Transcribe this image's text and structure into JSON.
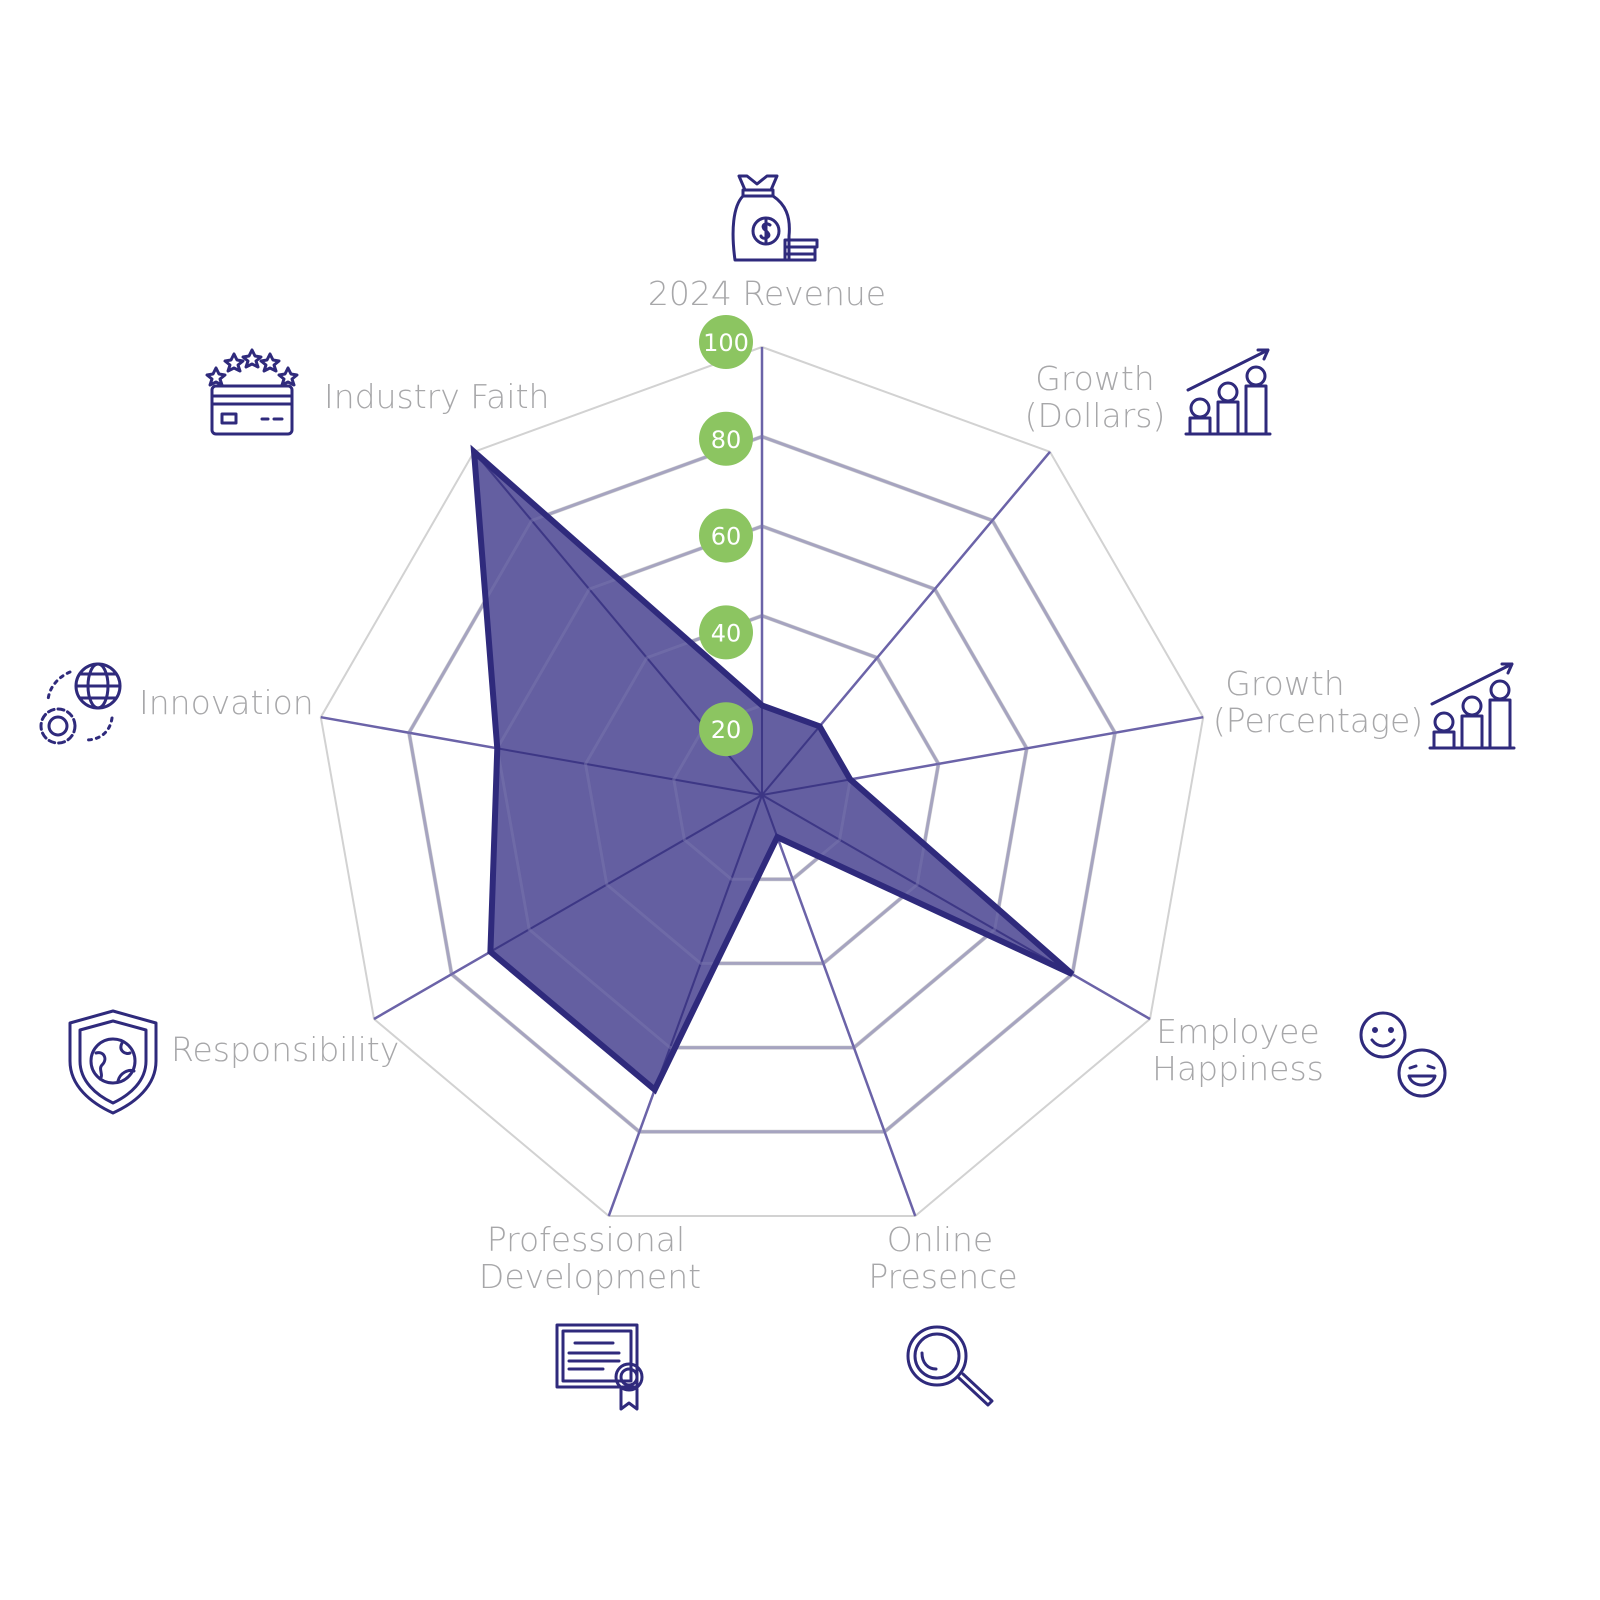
{
  "chart_data": {
    "type": "radar",
    "title": "",
    "axes": [
      "2024 Revenue",
      "Growth (Dollars)",
      "Growth (Percentage)",
      "Employee Happiness",
      "Online Presence",
      "Professional Development",
      "Responsibility",
      "Innovation",
      "Industry Faith"
    ],
    "axis_label_lines": [
      [
        "2024 Revenue"
      ],
      [
        "Growth",
        "(Dollars)"
      ],
      [
        "Growth",
        "(Percentage)"
      ],
      [
        "Employee",
        "Happiness"
      ],
      [
        "Online",
        "Presence"
      ],
      [
        "Professional",
        "Development"
      ],
      [
        "Responsibility"
      ],
      [
        "Innovation"
      ],
      [
        "Industry Faith"
      ]
    ],
    "icons": [
      "money-bag-icon",
      "coin-stacks-growth-icon",
      "coin-stacks-growth-icon",
      "smiley-faces-icon",
      "magnifier-icon",
      "certificate-icon",
      "shield-globe-icon",
      "globe-gear-icon",
      "credit-card-stars-icon"
    ],
    "values": [
      20,
      20,
      20,
      80,
      10,
      70,
      70,
      60,
      100
    ],
    "rlim": [
      0,
      100
    ],
    "ticks": [
      "20",
      "40",
      "60",
      "80",
      "100"
    ],
    "colors": {
      "fill": "#5f5a9e",
      "stroke": "#2f2a7c",
      "axis": "#6b63a8",
      "grid": "#d2d2d2",
      "tick_badge": "#8cc561"
    }
  }
}
